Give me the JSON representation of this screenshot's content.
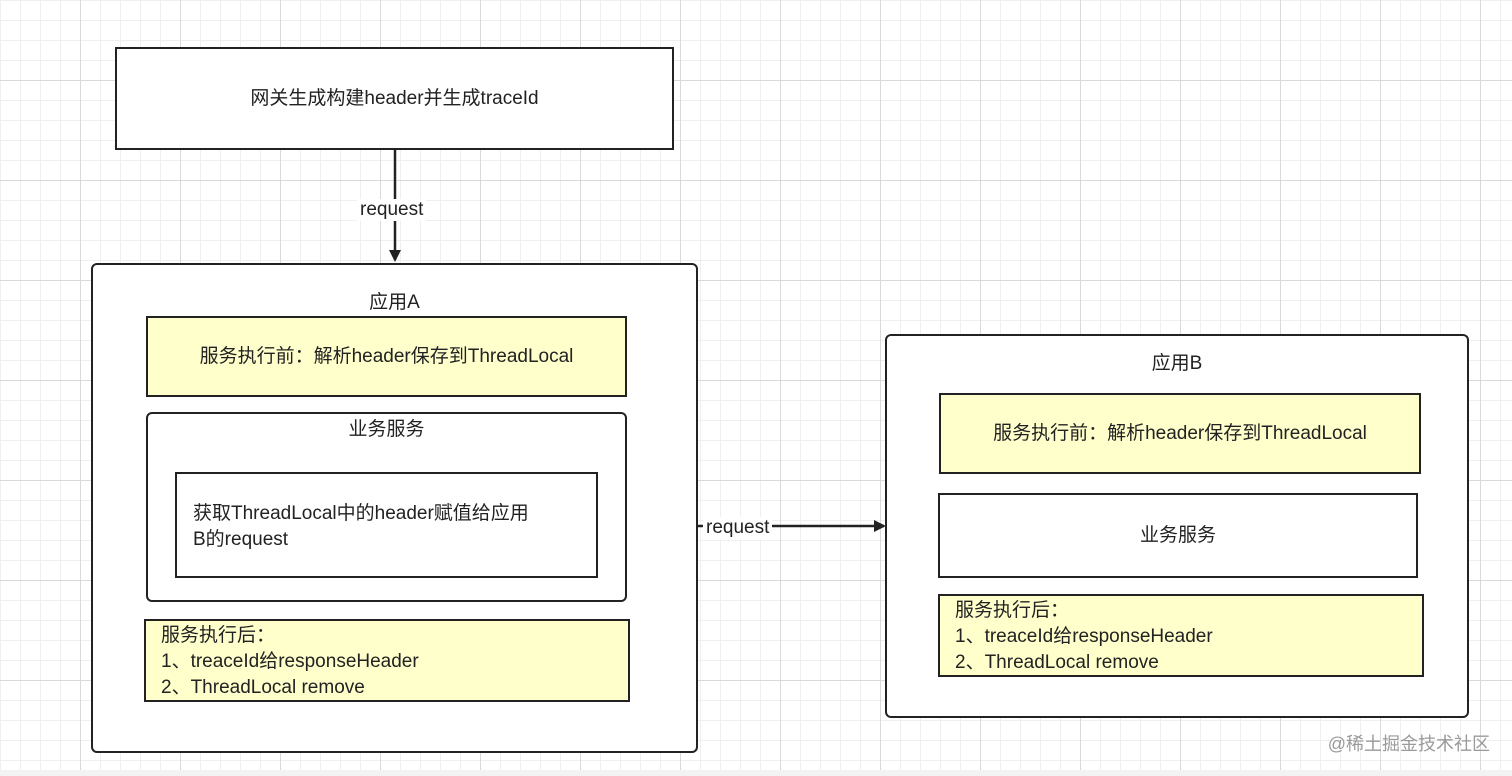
{
  "gateway": {
    "label": "网关生成构建header并生成traceId"
  },
  "edge_gateway_to_a": {
    "label": "request"
  },
  "app_a": {
    "title": "应用A",
    "before": "服务执行前：解析header保存到ThreadLocal",
    "business": {
      "title": "业务服务",
      "inner_lines": [
        "获取ThreadLocal中的header赋值给应用",
        "B的request"
      ]
    },
    "after_lines": [
      "服务执行后：",
      "1、treaceId给responseHeader",
      "2、ThreadLocal remove"
    ]
  },
  "edge_a_to_b": {
    "label": "request"
  },
  "app_b": {
    "title": "应用B",
    "before": "服务执行前：解析header保存到ThreadLocal",
    "business": "业务服务",
    "after_lines": [
      "服务执行后：",
      "1、treaceId给responseHeader",
      "2、ThreadLocal remove"
    ]
  },
  "watermark": "@稀土掘金技术社区"
}
